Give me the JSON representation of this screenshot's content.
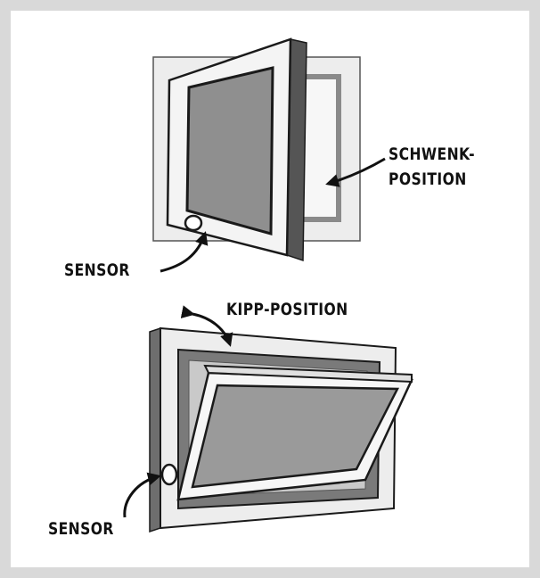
{
  "labels": {
    "schwenk_line1": "SCHWENK-",
    "schwenk_line2": "POSITION",
    "sensor_top": "SENSOR",
    "kipp": "KIPP-POSITION",
    "sensor_bottom": "SENSOR"
  },
  "colors": {
    "background_border": "#d9d9d9",
    "panel": "#ffffff",
    "outline": "#1a1a1a",
    "frame_fill": "#ededed",
    "glass": "#8f8f8f",
    "dark_inner": "#7a7a7a"
  }
}
